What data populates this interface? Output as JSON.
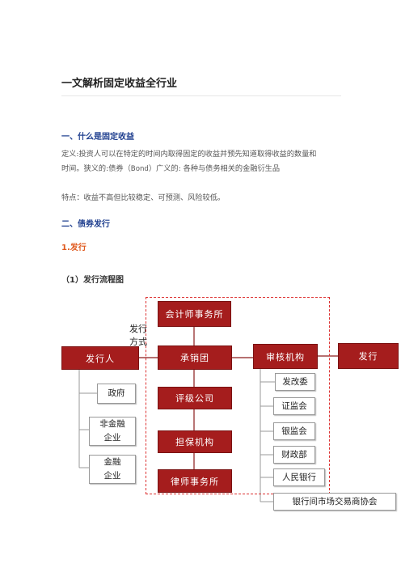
{
  "article": {
    "title": "一文解析固定收益全行业",
    "section1_heading": "一、什么是固定收益",
    "definition_line1": "定义:投资人可以在特定的时间内取得固定的收益并预先知道取得收益的数量和",
    "definition_line2_a": "时间。狭义的:债券（",
    "definition_line2_bond": "Bond",
    "definition_line2_b": "）广义的: 各种与债务相关的金融衍生品",
    "features": "特点：收益不高但比较稳定、可预测、风险较低。",
    "section2_heading": "二、债券发行",
    "subsection_heading": "1.发行",
    "figure_heading": "（1）发行流程图"
  },
  "diagram": {
    "issuer": "发行人",
    "method_label_line1": "发行",
    "method_label_line2": "方式",
    "accounting_firm": "会计师事务所",
    "underwriting_group": "承销团",
    "rating_agency": "评级公司",
    "guarantor": "担保机构",
    "law_firm": "律师事务所",
    "review_body": "审核机构",
    "issuance": "发行",
    "issuer_types": [
      "政府",
      "非金融\n企业",
      "金融\n企业"
    ],
    "regulators": [
      "发改委",
      "证监会",
      "银监会",
      "财政部",
      "人民银行",
      "银行间市场交易商协会"
    ],
    "colors": {
      "node_fill": "#a51d1d",
      "dashed_border": "#d33",
      "heading_blue": "#1f3f8f",
      "heading_orange": "#e05a1f"
    }
  }
}
